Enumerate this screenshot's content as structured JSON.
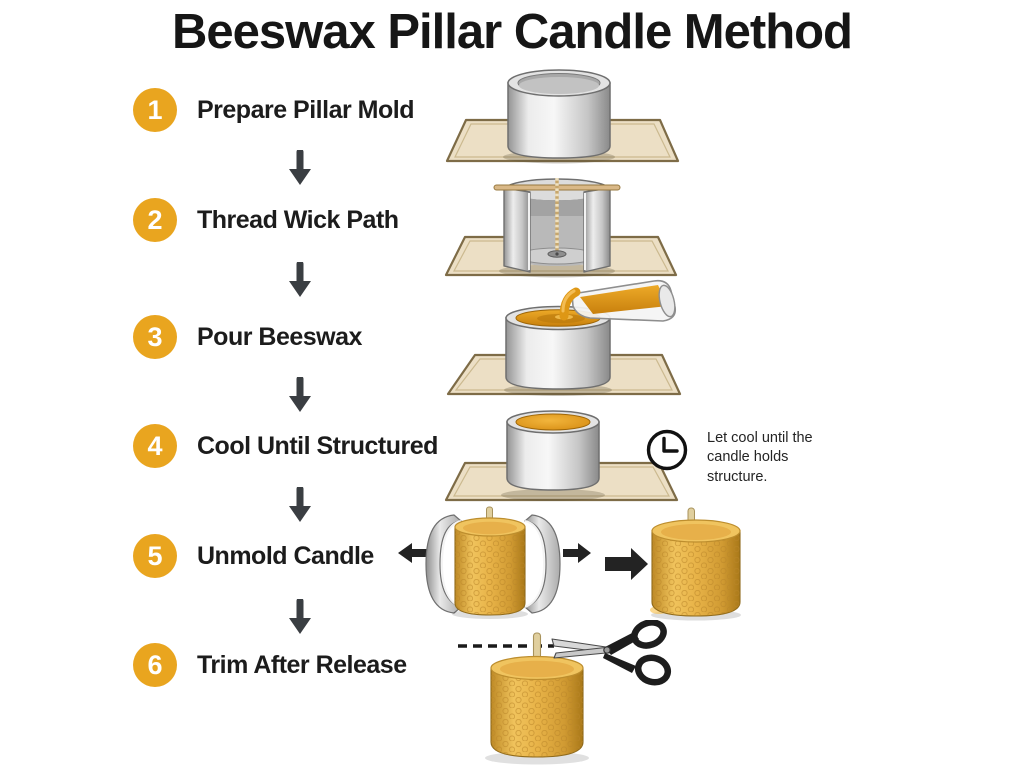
{
  "title": "Beeswax Pillar Candle Method",
  "steps": [
    {
      "number": "1",
      "label": "Prepare Pillar Mold"
    },
    {
      "number": "2",
      "label": "Thread Wick Path"
    },
    {
      "number": "3",
      "label": "Pour Beeswax"
    },
    {
      "number": "4",
      "label": "Cool Until Structured"
    },
    {
      "number": "5",
      "label": "Unmold Candle"
    },
    {
      "number": "6",
      "label": "Trim After Release"
    }
  ],
  "cooling_note": "Let cool until the candle holds structure.",
  "icons": {
    "flow": "down-arrow-icon",
    "clock": "clock-icon",
    "unmold_left": "left-arrow-icon",
    "unmold_right": "right-arrow-icon",
    "result": "right-arrow-icon",
    "trim": "scissors-icon"
  },
  "colors": {
    "step_badge": "#E9A51F",
    "title_text": "#161616",
    "label_text": "#1C1C1C",
    "flow_arrow": "#3A3E42",
    "candle_gold": "#E0A73E",
    "wax_amber": "#DB9318",
    "mat_tan": "#ECDFC5",
    "mold_gray": "#CFCFCF",
    "background": "#FFFFFF"
  }
}
